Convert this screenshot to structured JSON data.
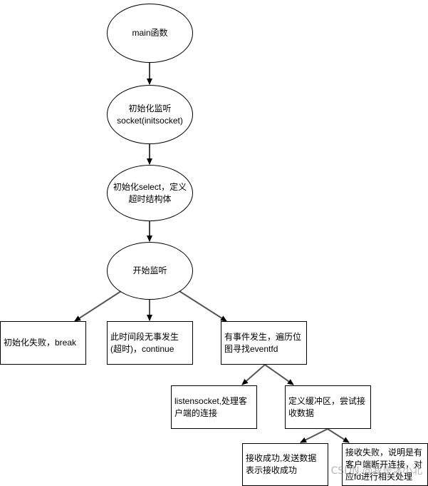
{
  "diagram": {
    "nodes": {
      "main": "main函数",
      "init_listen": "初始化监听\nsocket(initsocket)",
      "init_select": "初始化select，定义超时结构体",
      "start_listen": "开始监听",
      "init_fail": "初始化失败，break",
      "no_event": "此时间段无事发生(超时)，continue",
      "has_event": "有事件发生，遍历位图寻找eventfd",
      "listensocket": "listensocket,处理客户端的连接",
      "define_buffer": "定义缓冲区，尝试接收数据",
      "recv_success": "接收成功,发送数据表示接收成功",
      "recv_fail": "接收失败，说明是有客户端断开连接，对应fd进行相关处理"
    },
    "watermark": "CSDN @我是沐小北",
    "colors": {
      "stroke": "#000000",
      "connector": "#555555",
      "background": "#ffffff"
    }
  }
}
